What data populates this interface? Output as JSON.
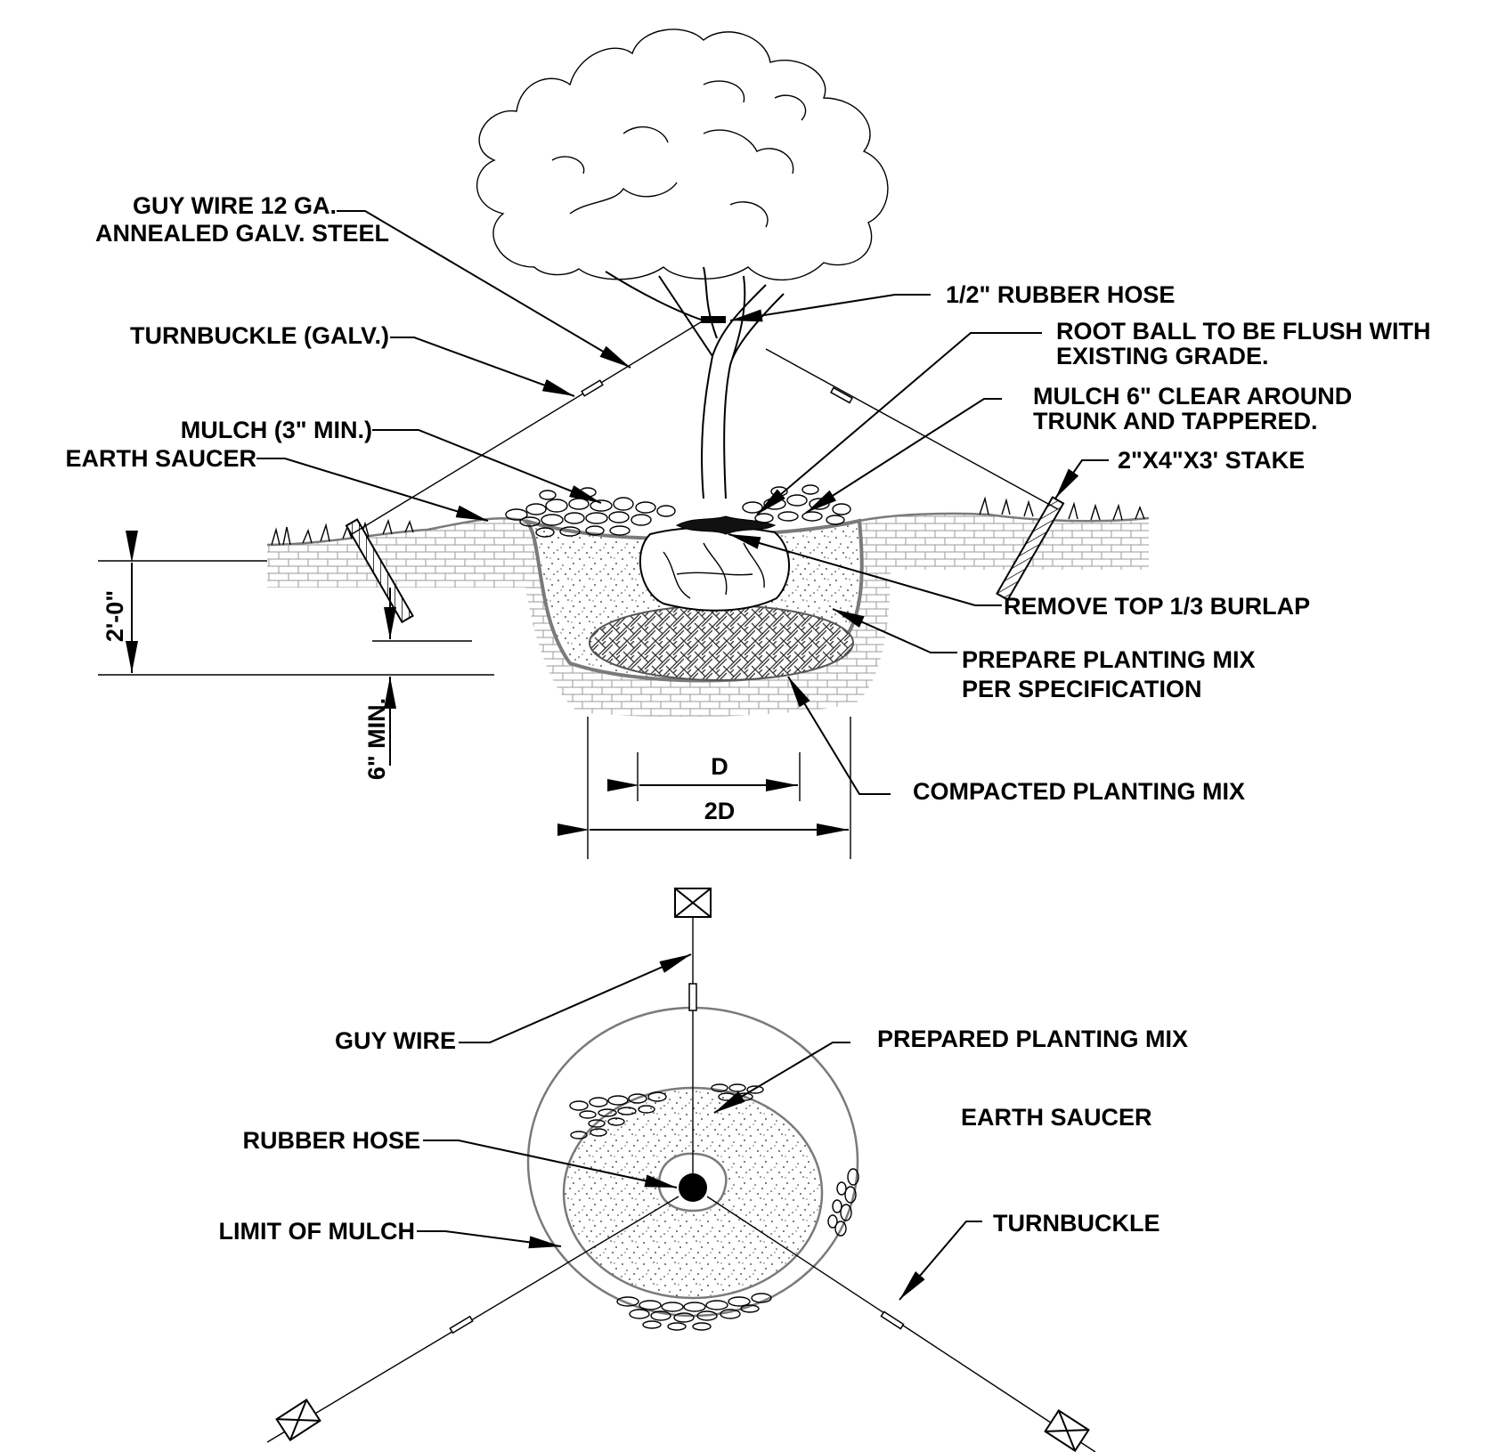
{
  "section_labels": {
    "guy_wire_line1": "GUY WIRE 12 GA.",
    "guy_wire_line2": "ANNEALED GALV. STEEL",
    "turnbuckle": "TURNBUCKLE (GALV.)",
    "mulch_min": "MULCH (3\" MIN.)",
    "earth_saucer": "EARTH SAUCER",
    "rubber_hose": "1/2\" RUBBER HOSE",
    "root_ball_line1": "ROOT BALL TO BE FLUSH WITH",
    "root_ball_line2": "EXISTING GRADE.",
    "mulch_clear_line1": "MULCH 6\" CLEAR AROUND",
    "mulch_clear_line2": "TRUNK AND TAPPERED.",
    "stake": "2\"X4\"X3' STAKE",
    "remove_burlap": "REMOVE TOP 1/3 BURLAP",
    "prepare_mix_line1": "PREPARE PLANTING MIX",
    "prepare_mix_line2": "PER SPECIFICATION",
    "compacted_mix": "COMPACTED PLANTING MIX"
  },
  "dimensions": {
    "depth": "2'-0\"",
    "min_depth": "6\" MIN.",
    "ball_width": "D",
    "pit_width": "2D"
  },
  "plan_labels": {
    "guy_wire": "GUY WIRE",
    "prepared_mix": "PREPARED PLANTING MIX",
    "earth_saucer": "EARTH SAUCER",
    "rubber_hose": "RUBBER HOSE",
    "limit_of_mulch": "LIMIT OF MULCH",
    "turnbuckle": "TURNBUCKLE"
  },
  "colors": {
    "ink": "#000000",
    "soil": "#8a8a8a",
    "background": "#ffffff"
  }
}
